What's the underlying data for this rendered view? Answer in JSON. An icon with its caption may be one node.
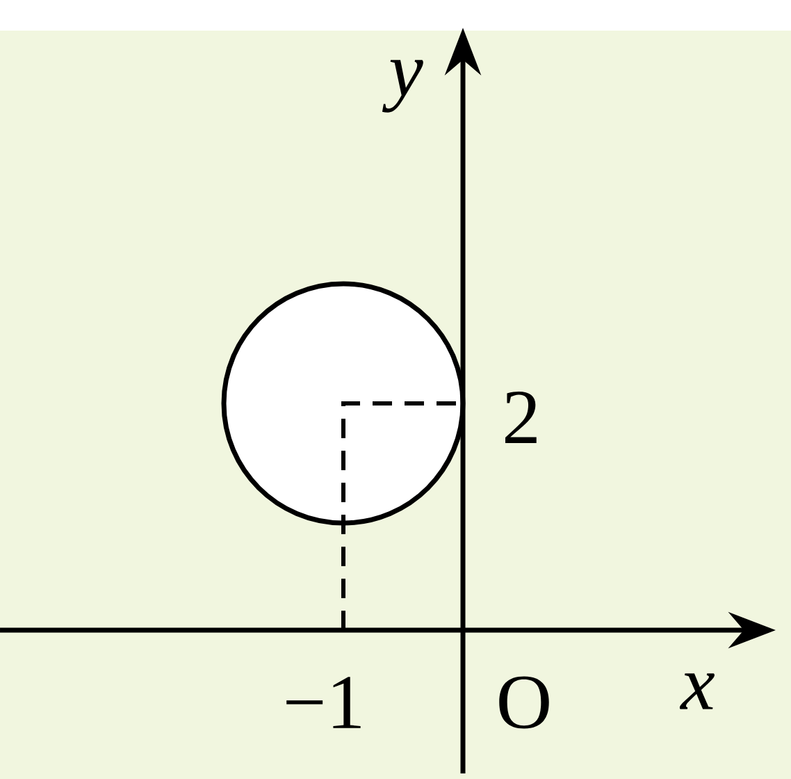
{
  "diagram": {
    "labels": [
      "y",
      "2",
      "−1",
      "O",
      "x"
    ]
  }
}
